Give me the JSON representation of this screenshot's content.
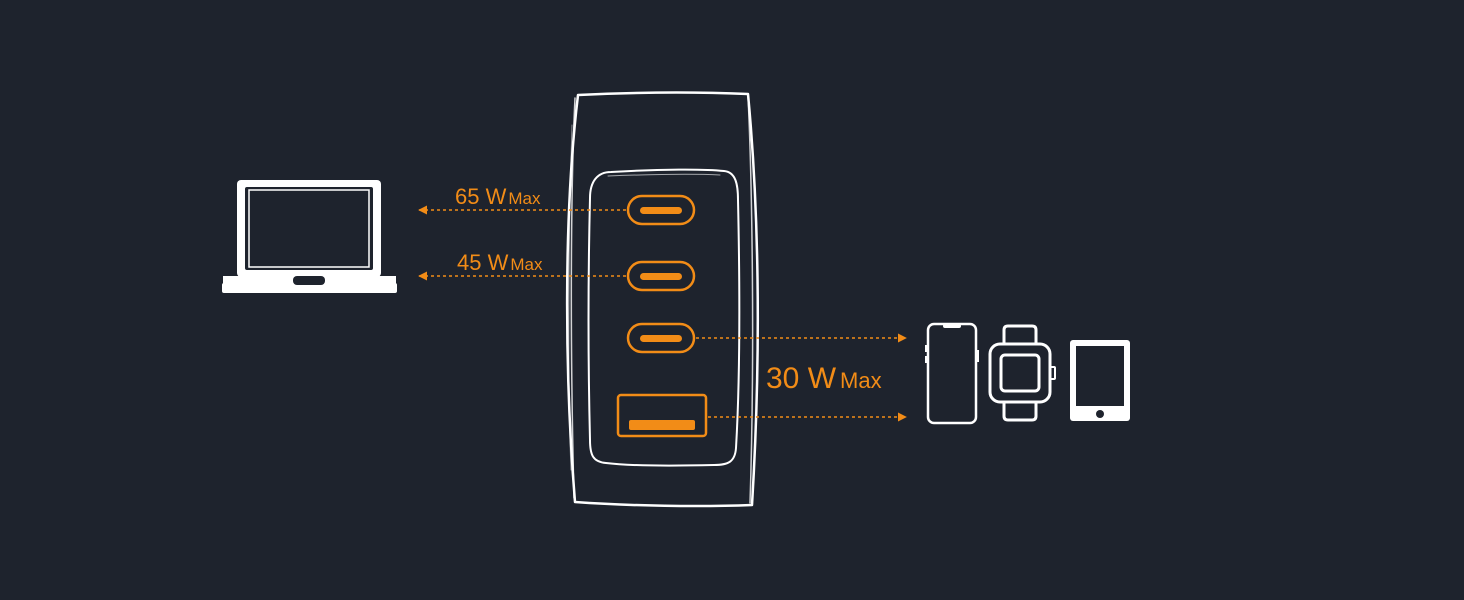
{
  "colors": {
    "background": "#1e232d",
    "accent": "#f28c17",
    "outline": "#ffffff"
  },
  "ports": [
    {
      "type": "usb-c",
      "watts": "65 W",
      "unit": "Max",
      "target": "laptop"
    },
    {
      "type": "usb-c",
      "watts": "45 W",
      "unit": "Max",
      "target": "laptop"
    },
    {
      "type": "usb-c",
      "watts": "30 W",
      "unit": "Max",
      "target": "mobile-devices"
    },
    {
      "type": "usb-a",
      "watts": "30 W",
      "unit": "Max",
      "target": "mobile-devices"
    }
  ],
  "labels": {
    "port1": {
      "watts": "65 W",
      "unit": "Max"
    },
    "port2": {
      "watts": "45 W",
      "unit": "Max"
    },
    "shared": {
      "watts": "30 W",
      "unit": "Max"
    }
  },
  "icons": [
    "laptop-icon",
    "charger-icon",
    "smartphone-icon",
    "smartwatch-icon",
    "tablet-icon"
  ]
}
